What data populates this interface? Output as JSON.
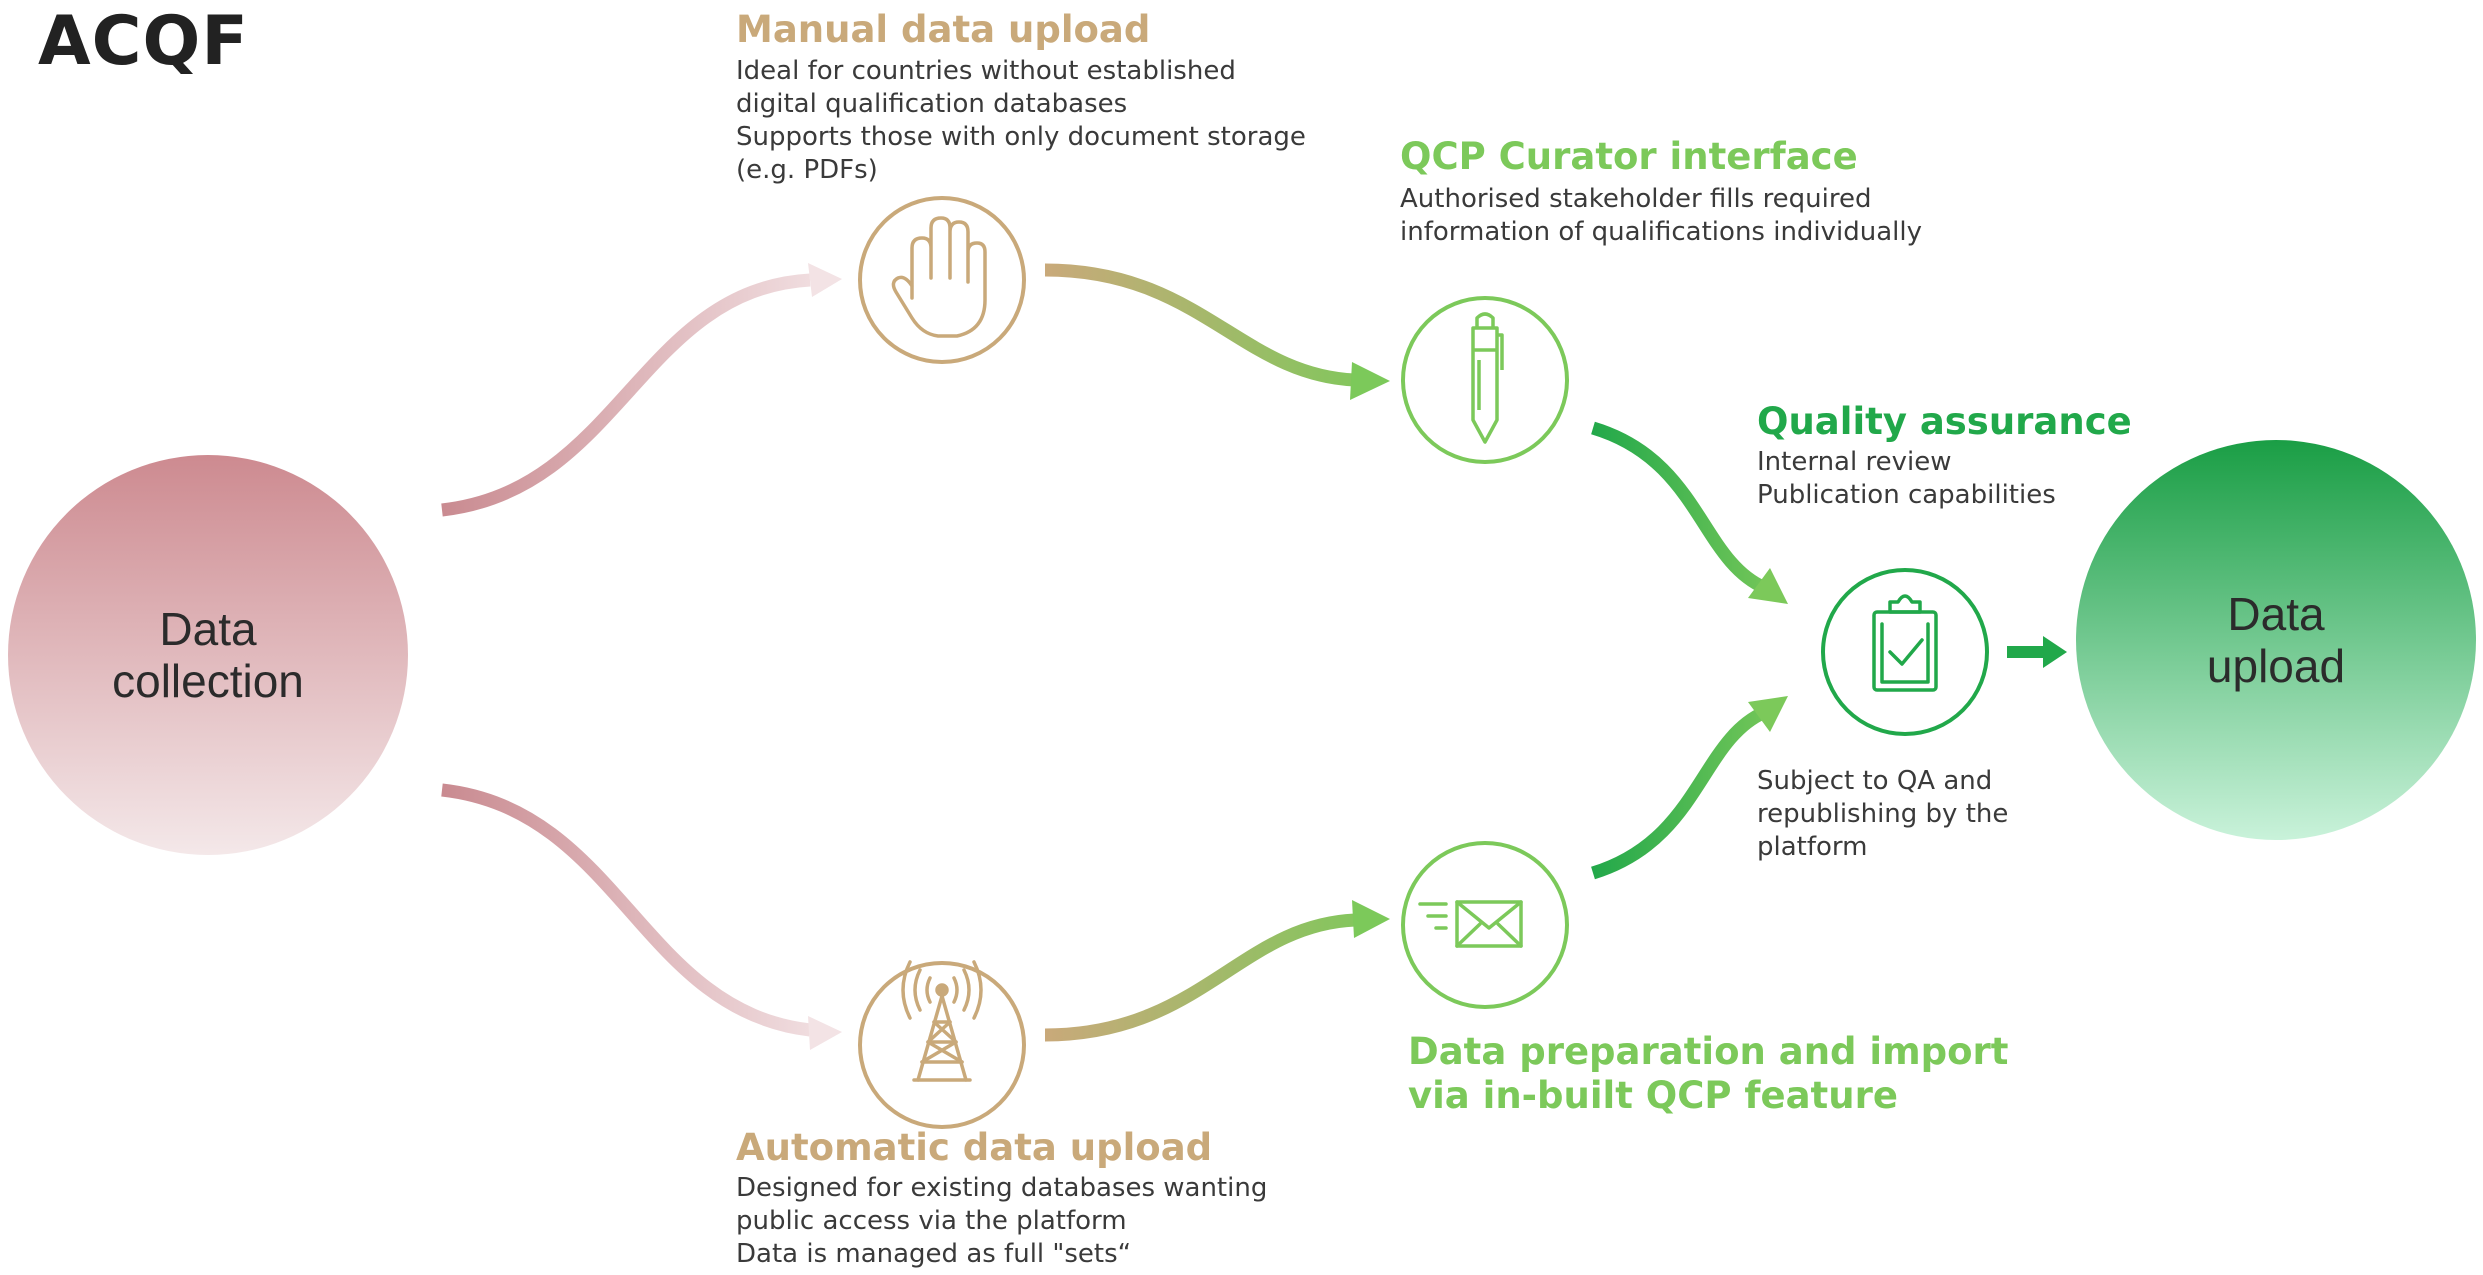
{
  "logo": {
    "text": "ACQF"
  },
  "nodes": {
    "data_collection": {
      "label_line1": "Data",
      "label_line2": "collection"
    },
    "data_upload": {
      "label_line1": "Data",
      "label_line2": "upload"
    }
  },
  "manual_upload": {
    "title": "Manual data upload",
    "lines": [
      "Ideal for countries without established",
      "digital qualification databases",
      "Supports those with only document storage",
      "(e.g. PDFs)"
    ],
    "icon": "hand-icon"
  },
  "automatic_upload": {
    "title": "Automatic data upload",
    "lines": [
      "Designed for existing databases wanting",
      "public access via the platform",
      "Data is managed as full \"sets“"
    ],
    "icon": "antenna-tower-icon"
  },
  "curator_interface": {
    "title": "QCP Curator interface",
    "lines": [
      "Authorised stakeholder fills required",
      "information of qualifications individually"
    ],
    "icon": "pen-icon"
  },
  "data_preparation": {
    "title_line1": "Data preparation and import",
    "title_line2": "via in-built QCP feature",
    "icon": "envelope-icon"
  },
  "quality_assurance": {
    "title": "Quality assurance",
    "lines": [
      "Internal review",
      "Publication capabilities"
    ],
    "icon": "clipboard-check-icon"
  },
  "qa_note": {
    "lines": [
      "Subject to QA and",
      "republishing by the",
      "platform"
    ]
  },
  "colors": {
    "rose": "#c98a90",
    "gold": "#c9a97a",
    "light_green": "#7cc95a",
    "dark_green": "#21a84a"
  }
}
